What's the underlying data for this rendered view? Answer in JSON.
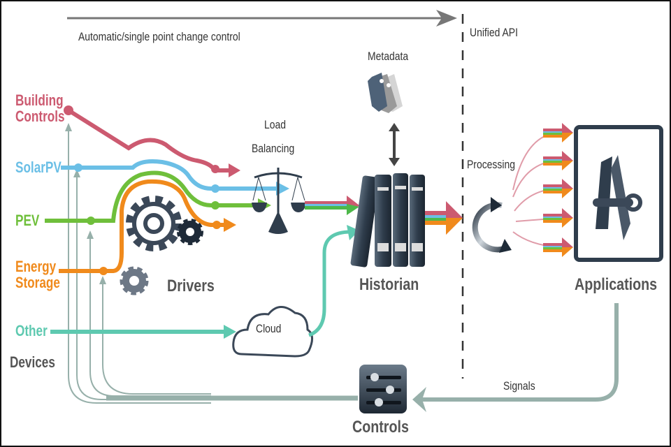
{
  "top": {
    "arrow_label": "Automatic/single point change control",
    "api_label": "Unified API"
  },
  "devices": {
    "heading": "Devices",
    "items": [
      {
        "line1": "Building",
        "line2": "Controls",
        "color": "#cc5a70"
      },
      {
        "line1": "SolarPV",
        "line2": "",
        "color": "#6bbfe6"
      },
      {
        "line1": "PEV",
        "line2": "",
        "color": "#6fbf3b"
      },
      {
        "line1": "Energy",
        "line2": "Storage",
        "color": "#f08a1c"
      },
      {
        "line1": "Other",
        "line2": "",
        "color": "#5ec9b0"
      }
    ]
  },
  "nodes": {
    "drivers": "Drivers",
    "load_balancing_1": "Load",
    "load_balancing_2": "Balancing",
    "metadata": "Metadata",
    "historian": "Historian",
    "cloud": "Cloud",
    "processing": "Processing",
    "applications": "Applications",
    "signals": "Signals",
    "controls": "Controls"
  },
  "colors": {
    "feedback": "#97b0aa",
    "dark_icon": "#2f3d4c",
    "text": "#333333"
  }
}
